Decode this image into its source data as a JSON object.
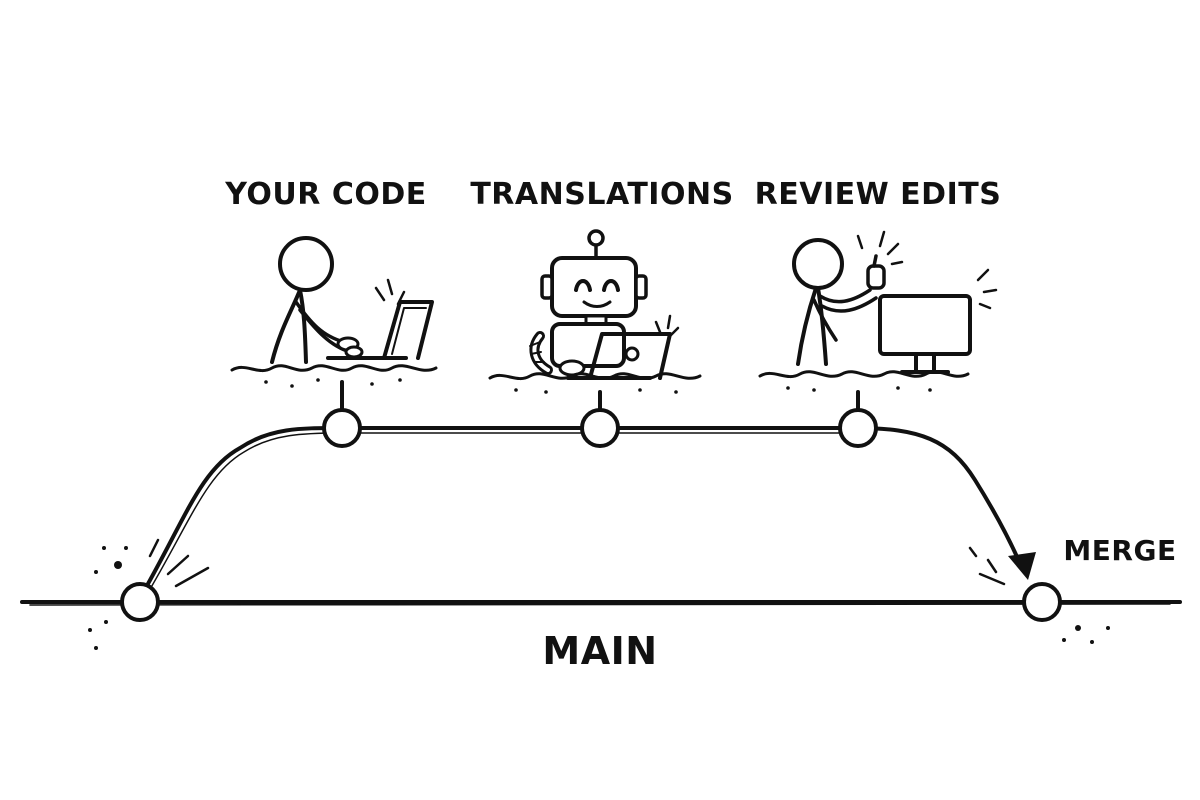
{
  "diagram": {
    "stages": [
      {
        "label": "YOUR CODE",
        "icon": "person-typing-on-laptop-icon"
      },
      {
        "label": "TRANSLATIONS",
        "icon": "robot-with-laptop-icon"
      },
      {
        "label": "REVIEW EDITS",
        "icon": "person-thumbs-up-monitor-icon"
      }
    ],
    "main_label": "MAIN",
    "merge_label": "MERGE",
    "ink_color": "#111111",
    "background": "#ffffff"
  }
}
